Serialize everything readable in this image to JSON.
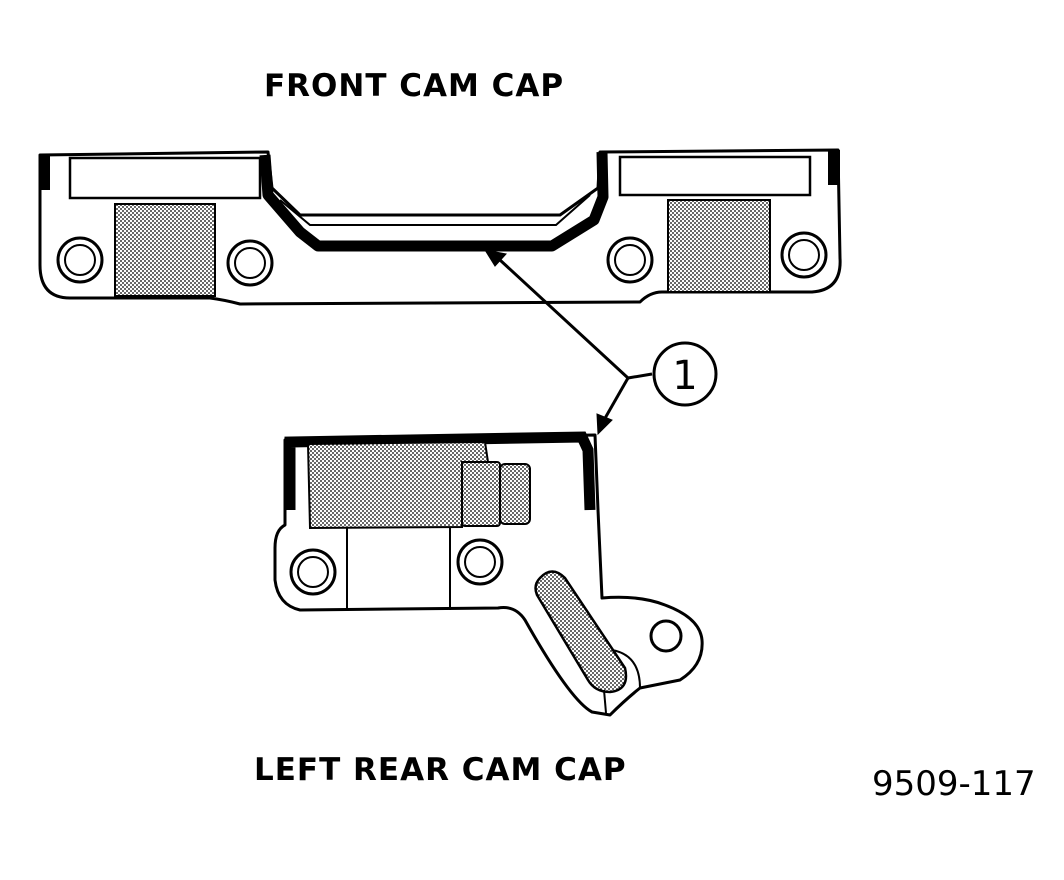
{
  "diagram": {
    "labels": {
      "front_cap": "FRONT CAM CAP",
      "rear_cap": "LEFT REAR CAM CAP",
      "figure_number": "9509-117"
    },
    "callouts": [
      {
        "id": "1",
        "text": "1"
      }
    ],
    "colors": {
      "line": "#000000",
      "background": "#ffffff",
      "sealant_shading": "#9a9a9a"
    }
  }
}
